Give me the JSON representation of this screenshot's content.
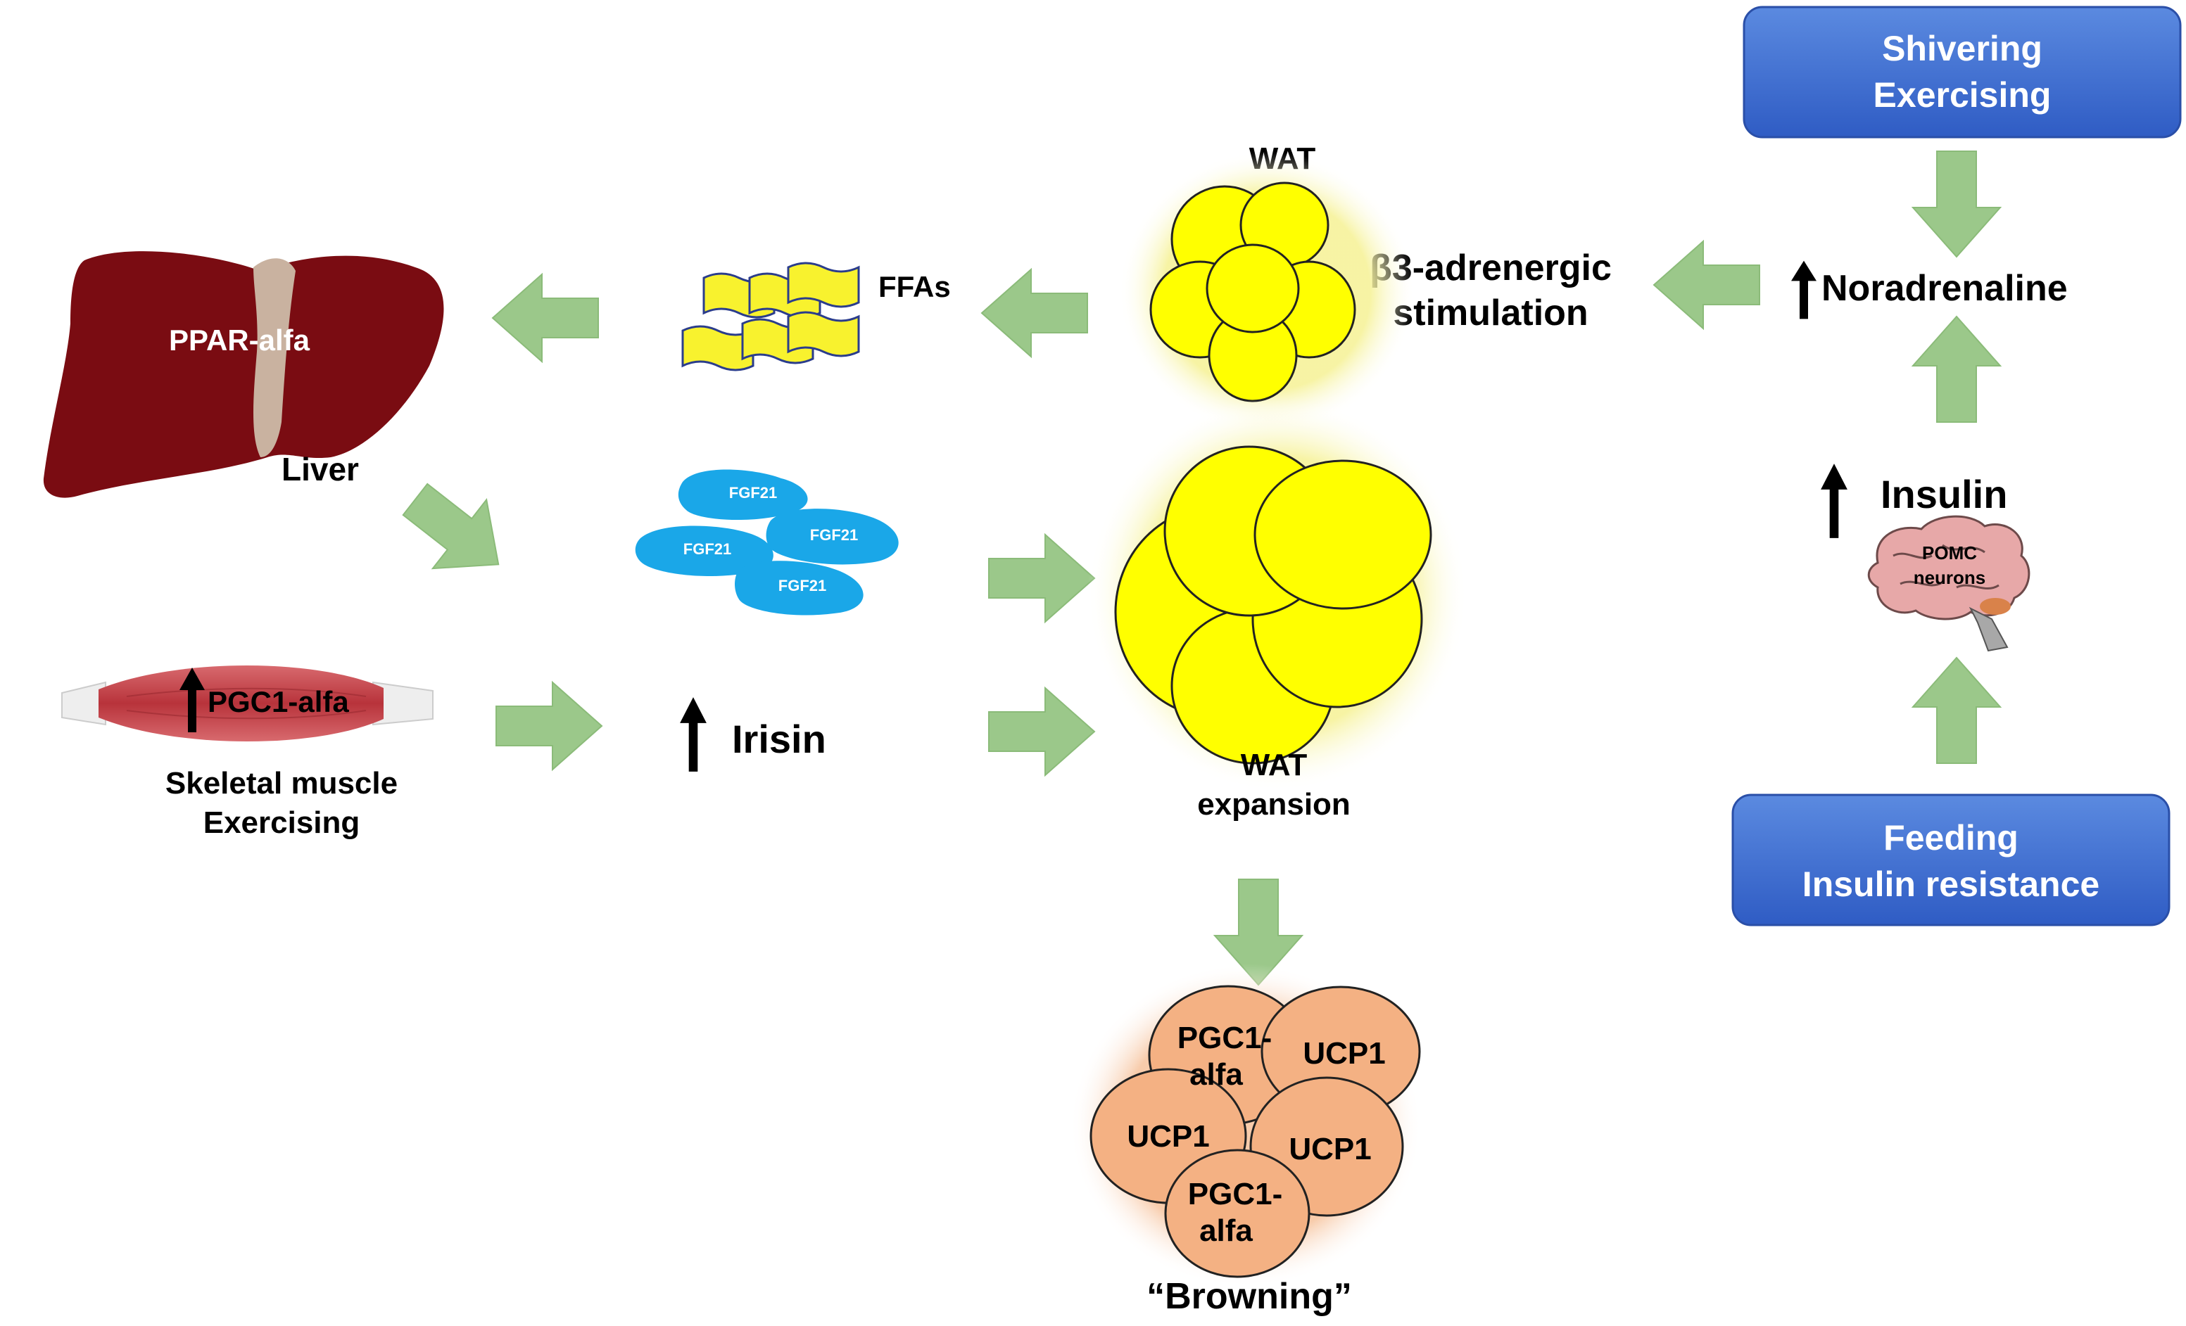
{
  "colors": {
    "arrow": "#9bc88a",
    "wat_fill": "#ffff00",
    "wat_glow": "#f3f38a",
    "brown_fill": "#f4b183",
    "brown_glow": "#f8c9a8",
    "fgf21": "#1aa7e8",
    "liver": "#7a0c12",
    "box_blue": "#3e6fd0",
    "muscle": "#c7474f"
  },
  "boxes": {
    "shivering": {
      "line1": "Shivering",
      "line2": "Exercising"
    },
    "feeding": {
      "line1": "Feeding",
      "line2": "Insulin resistance"
    }
  },
  "labels": {
    "ppar": "PPAR-alfa",
    "liver": "Liver",
    "ffas": "FFAs",
    "wat_top": "WAT",
    "beta3_line1": "β3-adrenergic",
    "beta3_line2": "stimulation",
    "noradrenaline": "Noradrenaline",
    "insulin": "Insulin",
    "pomc_line1": "POMC",
    "pomc_line2": "neurons",
    "pgc1_muscle": "PGC1-alfa",
    "muscle_line1": "Skeletal muscle",
    "muscle_line2": "Exercising",
    "irisin": "Irisin",
    "wat_exp_line1": "WAT",
    "wat_exp_line2": "expansion",
    "browning": "“Browning”"
  },
  "fgf21": [
    "FGF21",
    "FGF21",
    "FGF21",
    "FGF21"
  ],
  "brown_cells": {
    "pgc1_top_line1": "PGC1-",
    "pgc1_top_line2": "alfa",
    "ucp1_top": "UCP1",
    "ucp1_left": "UCP1",
    "ucp1_right": "UCP1",
    "pgc1_bottom_line1": "PGC1-",
    "pgc1_bottom_line2": "alfa"
  },
  "icons": [
    "up-arrow-icon",
    "green-block-arrow-icon",
    "liver-icon",
    "muscle-icon",
    "brain-icon"
  ]
}
